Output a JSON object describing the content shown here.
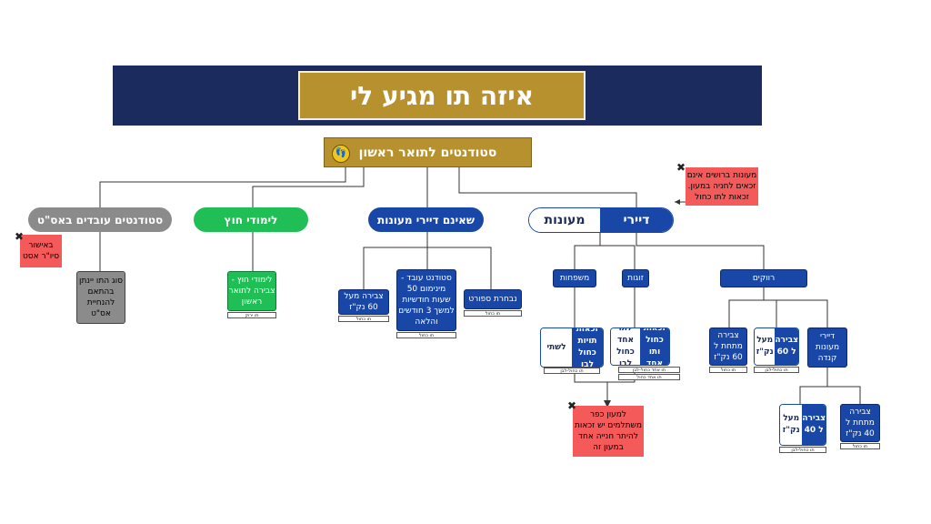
{
  "title": "איזה תו מגיע לי",
  "root": "סטודנטים לתואר ראשון",
  "branches": {
    "student_workers": "סטודנטים עובדים באס\"ט",
    "external": "לימודי חוץ",
    "non_residents": "שאינם דיירי מעונות",
    "residents_left": "מעונות",
    "residents_right": "דיירי"
  },
  "notes": {
    "haredi": "מעונות ברושים אינם זכאים לחניה במעון. זכאות לתו כחול",
    "ast_approval": "באישור סיו\"ר אסט",
    "kfar": "למעון כפר משתלמים יש זכאות להיתר חנייה אחד במעון זה"
  },
  "boxes": {
    "ast_type": "סוג התו יינתן בהתאם להנחיית אס\"ט",
    "external_cum": "לימודי חוץ - צבירה לתואר ראשון",
    "cum_over60": "צבירה מעל 60 נק\"ז",
    "working_student": "סטודנט עובד - מינימום 50 שעות חודשיות למשך 3 חודשים והלאה",
    "sport": "נבחרת ספורט",
    "families": "משפחות",
    "couples": "זוגות",
    "singles": "רווקים",
    "fam_white": "לשתי",
    "fam_blue": "זכאות תויות כחול לבן",
    "cpl_white": "לתו אחד כחול לבן",
    "cpl_blue": "זכאות כחול ותו אחד",
    "sgl_blue_cum": "צבירה מתחת ל 60 נק\"ז",
    "sgl_white": "מעל נק\"ז",
    "sgl_blue_60": "צבירה ל 60",
    "kdr": "דיירי מעונות קנדה",
    "kdr_white": "מעל נק\"ז",
    "kdr_blue": "צבירה ל 40",
    "kdr_under": "צבירה מתחת ל 40 נק\"ז"
  },
  "tags": {
    "green": "תו ירוק",
    "blue": "תו כחול",
    "bw": "תו כחול-לבן",
    "one_bw": "תו אחד כחול-לבן",
    "one_blue": "תו אחד כחול"
  },
  "colors": {
    "navy": "#1c2b5e",
    "gold": "#b8912f",
    "blue": "#1947a8",
    "green": "#1fbf55",
    "gray": "#8b8b8b",
    "red": "#f45a5a"
  }
}
